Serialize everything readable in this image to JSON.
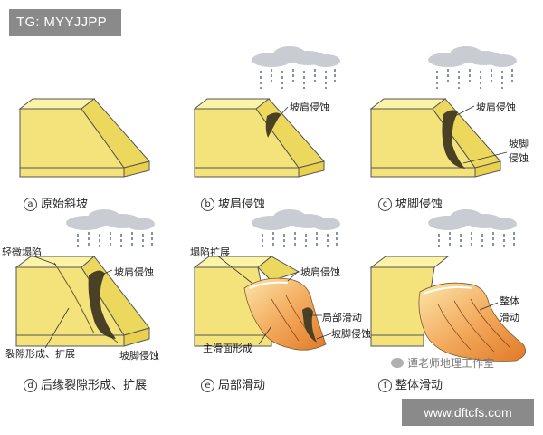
{
  "header": {
    "tag": "TG: MYYJJPP"
  },
  "footer": {
    "site": "www.dftcfs.com"
  },
  "watermark": {
    "text": "谭老师地理工作室"
  },
  "panels": [
    {
      "id": "a",
      "letter": "a",
      "caption": "原始斜坡"
    },
    {
      "id": "b",
      "letter": "b",
      "caption": "坡肩侵蚀"
    },
    {
      "id": "c",
      "letter": "c",
      "caption": "坡脚侵蚀"
    },
    {
      "id": "d",
      "letter": "d",
      "caption": "后缘裂隙形成、扩展"
    },
    {
      "id": "e",
      "letter": "e",
      "caption": "局部滑动"
    },
    {
      "id": "f",
      "letter": "f",
      "caption": "整体滑动"
    }
  ],
  "labels": {
    "b_shoulder": "坡肩侵蚀",
    "c_shoulder": "坡肩侵蚀",
    "c_toe_1": "坡脚",
    "c_toe_2": "侵蚀",
    "d_collapse": "轻微塌陷",
    "d_shoulder": "坡肩侵蚀",
    "d_crack": "裂隙形成、扩展",
    "d_toe": "坡脚侵蚀",
    "e_collapse": "塌陷扩展",
    "e_shoulder": "坡肩侵蚀",
    "e_local": "局部滑动",
    "e_surface": "主滑面形成",
    "e_toe": "坡脚侵蚀",
    "f_whole_1": "整体",
    "f_whole_2": "滑动"
  },
  "colors": {
    "block_top": "#fbf3a8",
    "block_front": "#f4e27a",
    "block_slope": "#ecd85c",
    "block_edge": "#555555",
    "cloud": "#c9cdd3",
    "rain": "#3a4a5a",
    "slide": "#e98b3c",
    "crack": "#4a4026"
  }
}
